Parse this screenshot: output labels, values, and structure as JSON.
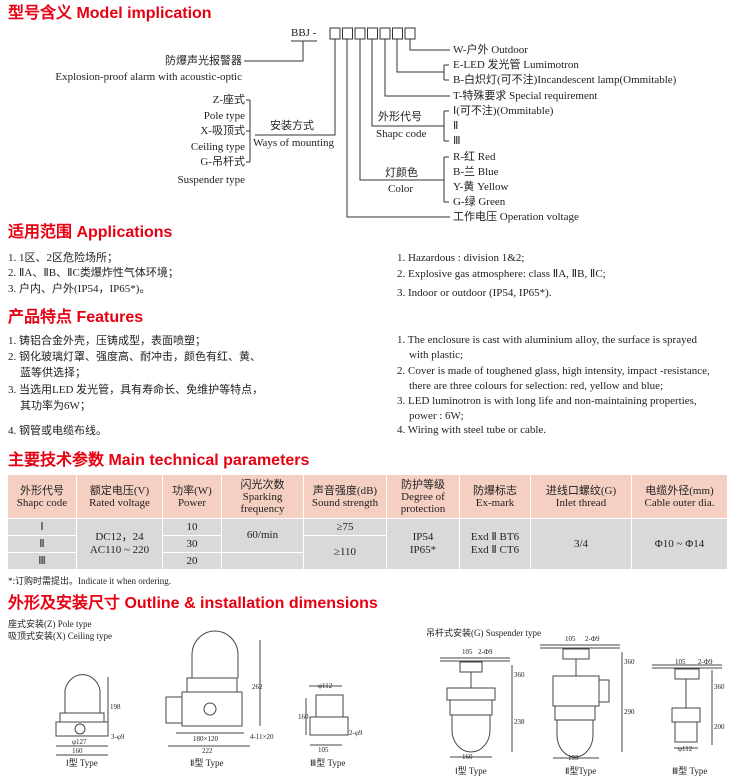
{
  "model": {
    "title": "型号含义   Model implication",
    "code": "BBJ -",
    "product_cn": "防爆声光报警器",
    "product_en": "Explosion-proof alarm with acoustic-optic",
    "mount_types": [
      "Z-座式",
      "Pole  type",
      "X-吸顶式",
      "Ceiling  type",
      "G-吊杆式",
      "Suspender  type"
    ],
    "mount_cn": "安装方式",
    "mount_en": "Ways of mounting",
    "shape_cn": "外形代号",
    "shape_en": "Shapc code",
    "color_cn": "灯颜色",
    "color_en": "Color",
    "right_items": [
      "W-户外 Outdoor",
      "E-LED 发光管  Lumimotron",
      "B-白炽灯(可不注)Incandescent lamp(Ommitable)",
      "T-特殊要求 Special requirement",
      "Ⅰ(可不注)(Ommitable)",
      "Ⅱ",
      "Ⅲ",
      "R-红 Red",
      "B-兰 Blue",
      "Y-黄 Yellow",
      "G-绿 Green",
      "工作电压 Operation voltage"
    ]
  },
  "applications": {
    "title": "适用范围   Applications",
    "cn": [
      "1. 1区、2区危险场所；",
      "2. ⅡA、ⅡB、ⅡC类爆炸性气体环境；",
      "3. 户内、户外(IP54，IP65*)。"
    ],
    "en": [
      "1. Hazardous : division 1&2;",
      "2. Explosive gas  atmosphere: class ⅡA, ⅡB,  ⅡC;",
      "3. Indoor or outdoor (IP54, IP65*)."
    ]
  },
  "features": {
    "title": "产品特点   Features",
    "cn": [
      "1. 铸铝合金外壳，压铸成型，表面喷塑；",
      "2. 钢化玻璃灯罩、强度高、耐冲击，颜色有红、黄、",
      "蓝等供选择；",
      "3. 当选用LED 发光管，具有寿命长、免维护等特点，",
      "其功率为6W；",
      "4. 钢管或电缆布线。"
    ],
    "en": [
      "1. The enclosure is  cast with aluminium alloy, the surface is sprayed",
      "with plastic;",
      "2. Cover is made of toughened glass,  high intensity, impact -resistance,",
      "there are three colours for selection: red, yellow and blue;",
      "3. LED luminotron is with long life and non-maintaining properties,",
      "power : 6W;",
      "4. Wiring with steel tube or cable."
    ]
  },
  "params": {
    "title": "主要技术参数   Main technical parameters",
    "headers": [
      [
        "外形代号",
        "Shapc code"
      ],
      [
        "额定电压(V)",
        "Rated voltage"
      ],
      [
        "功率(W)",
        "Power"
      ],
      [
        "闪光次数",
        "Sparking frequency"
      ],
      [
        "声音强度(dB)",
        "Sound strength"
      ],
      [
        "防护等级",
        "Degree of protection"
      ],
      [
        "防爆标志",
        "Ex-mark"
      ],
      [
        "进线口螺纹(G)",
        "Inlet thread"
      ],
      [
        "电缆外径(mm)",
        "Cable outer dia."
      ]
    ],
    "shape_codes": [
      "Ⅰ",
      "Ⅱ",
      "Ⅲ"
    ],
    "voltage": [
      "DC12，24",
      "AC110 ~ 220"
    ],
    "power": [
      "10",
      "30",
      "20"
    ],
    "frequency": "60/min",
    "sound": [
      "≥75",
      "≥110"
    ],
    "protection": [
      "IP54",
      "IP65*"
    ],
    "exmark": [
      "Exd Ⅱ BT6",
      "Exd Ⅱ CT6"
    ],
    "thread": "3/4",
    "cable": "Φ10 ~ Φ14",
    "note": "*:订购时需提出。Indicate it when ordering."
  },
  "outline": {
    "title": "外形及安装尺寸   Outline & installation dimensions",
    "pole": "座式安装(Z) Pole type",
    "ceiling": "吸顶式安装(X) Ceiling type",
    "suspender": "吊杆式安装(G) Suspender type",
    "types": [
      "Ⅰ型 Type",
      "Ⅱ型 Type",
      "Ⅲ型 Type",
      "Ⅰ型 Type",
      "Ⅱ型Type",
      "Ⅲ型 Type"
    ],
    "dims": {
      "t1_h": "198",
      "t1_phi": "φ127",
      "t1_w": "160",
      "t1_holes": "3-φ9",
      "t2_h": "262",
      "t2_base": "180×120",
      "t2_w": "222",
      "t2_holes": "4-11×20",
      "t3_phi": "φ112",
      "t3_h": "160",
      "t3_w": "105",
      "t3_holes": "2-φ9",
      "g1_top": "105",
      "g1_holes": "2-Φ9",
      "g1_h1": "360",
      "g1_h2": "238",
      "g1_w": "160",
      "g2_top": "105",
      "g2_holes": "2-Φ9",
      "g2_h1": "360",
      "g2_h2": "290",
      "g2_w": "193",
      "g3_top": "105",
      "g3_holes": "2-Φ9",
      "g3_h1": "360",
      "g3_h2": "200",
      "g3_phi": "φ112"
    }
  }
}
